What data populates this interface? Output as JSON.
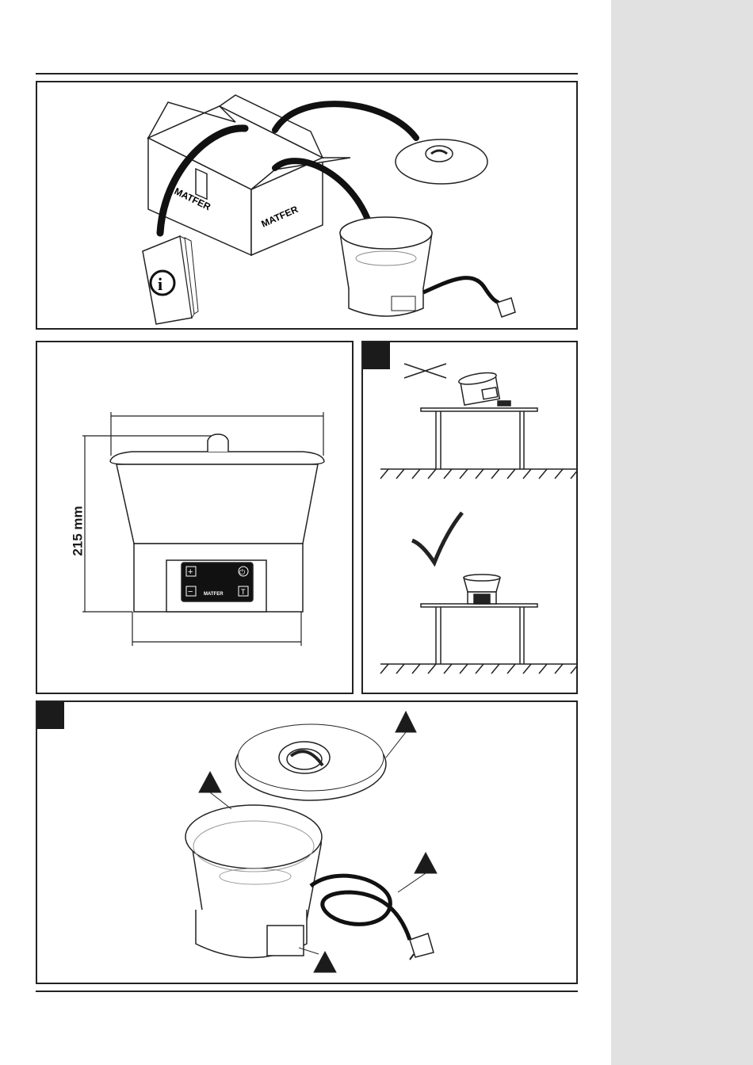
{
  "brand": {
    "box_logo_left": "MATFER",
    "box_logo_right": "MATFER",
    "panel_logo": "MATFER"
  },
  "info_booklet": {
    "symbol": "i"
  },
  "dimensions": {
    "height_label": "215 mm"
  },
  "control_panel": {
    "plus_symbol": "+",
    "minus_symbol": "−",
    "timer_symbol": "T",
    "power_symbol": "⏻"
  },
  "placement": {
    "wrong_mark": "✕",
    "correct_mark": "✓"
  },
  "icons": [
    "info-icon",
    "power-icon",
    "plus-icon",
    "minus-icon",
    "timer-icon",
    "cross-icon",
    "check-icon",
    "warning-triangle-icon"
  ],
  "colors": {
    "sidebar": "#e1e1e1",
    "ink": "#1a1a1a",
    "marker": "#1b1b1b"
  }
}
